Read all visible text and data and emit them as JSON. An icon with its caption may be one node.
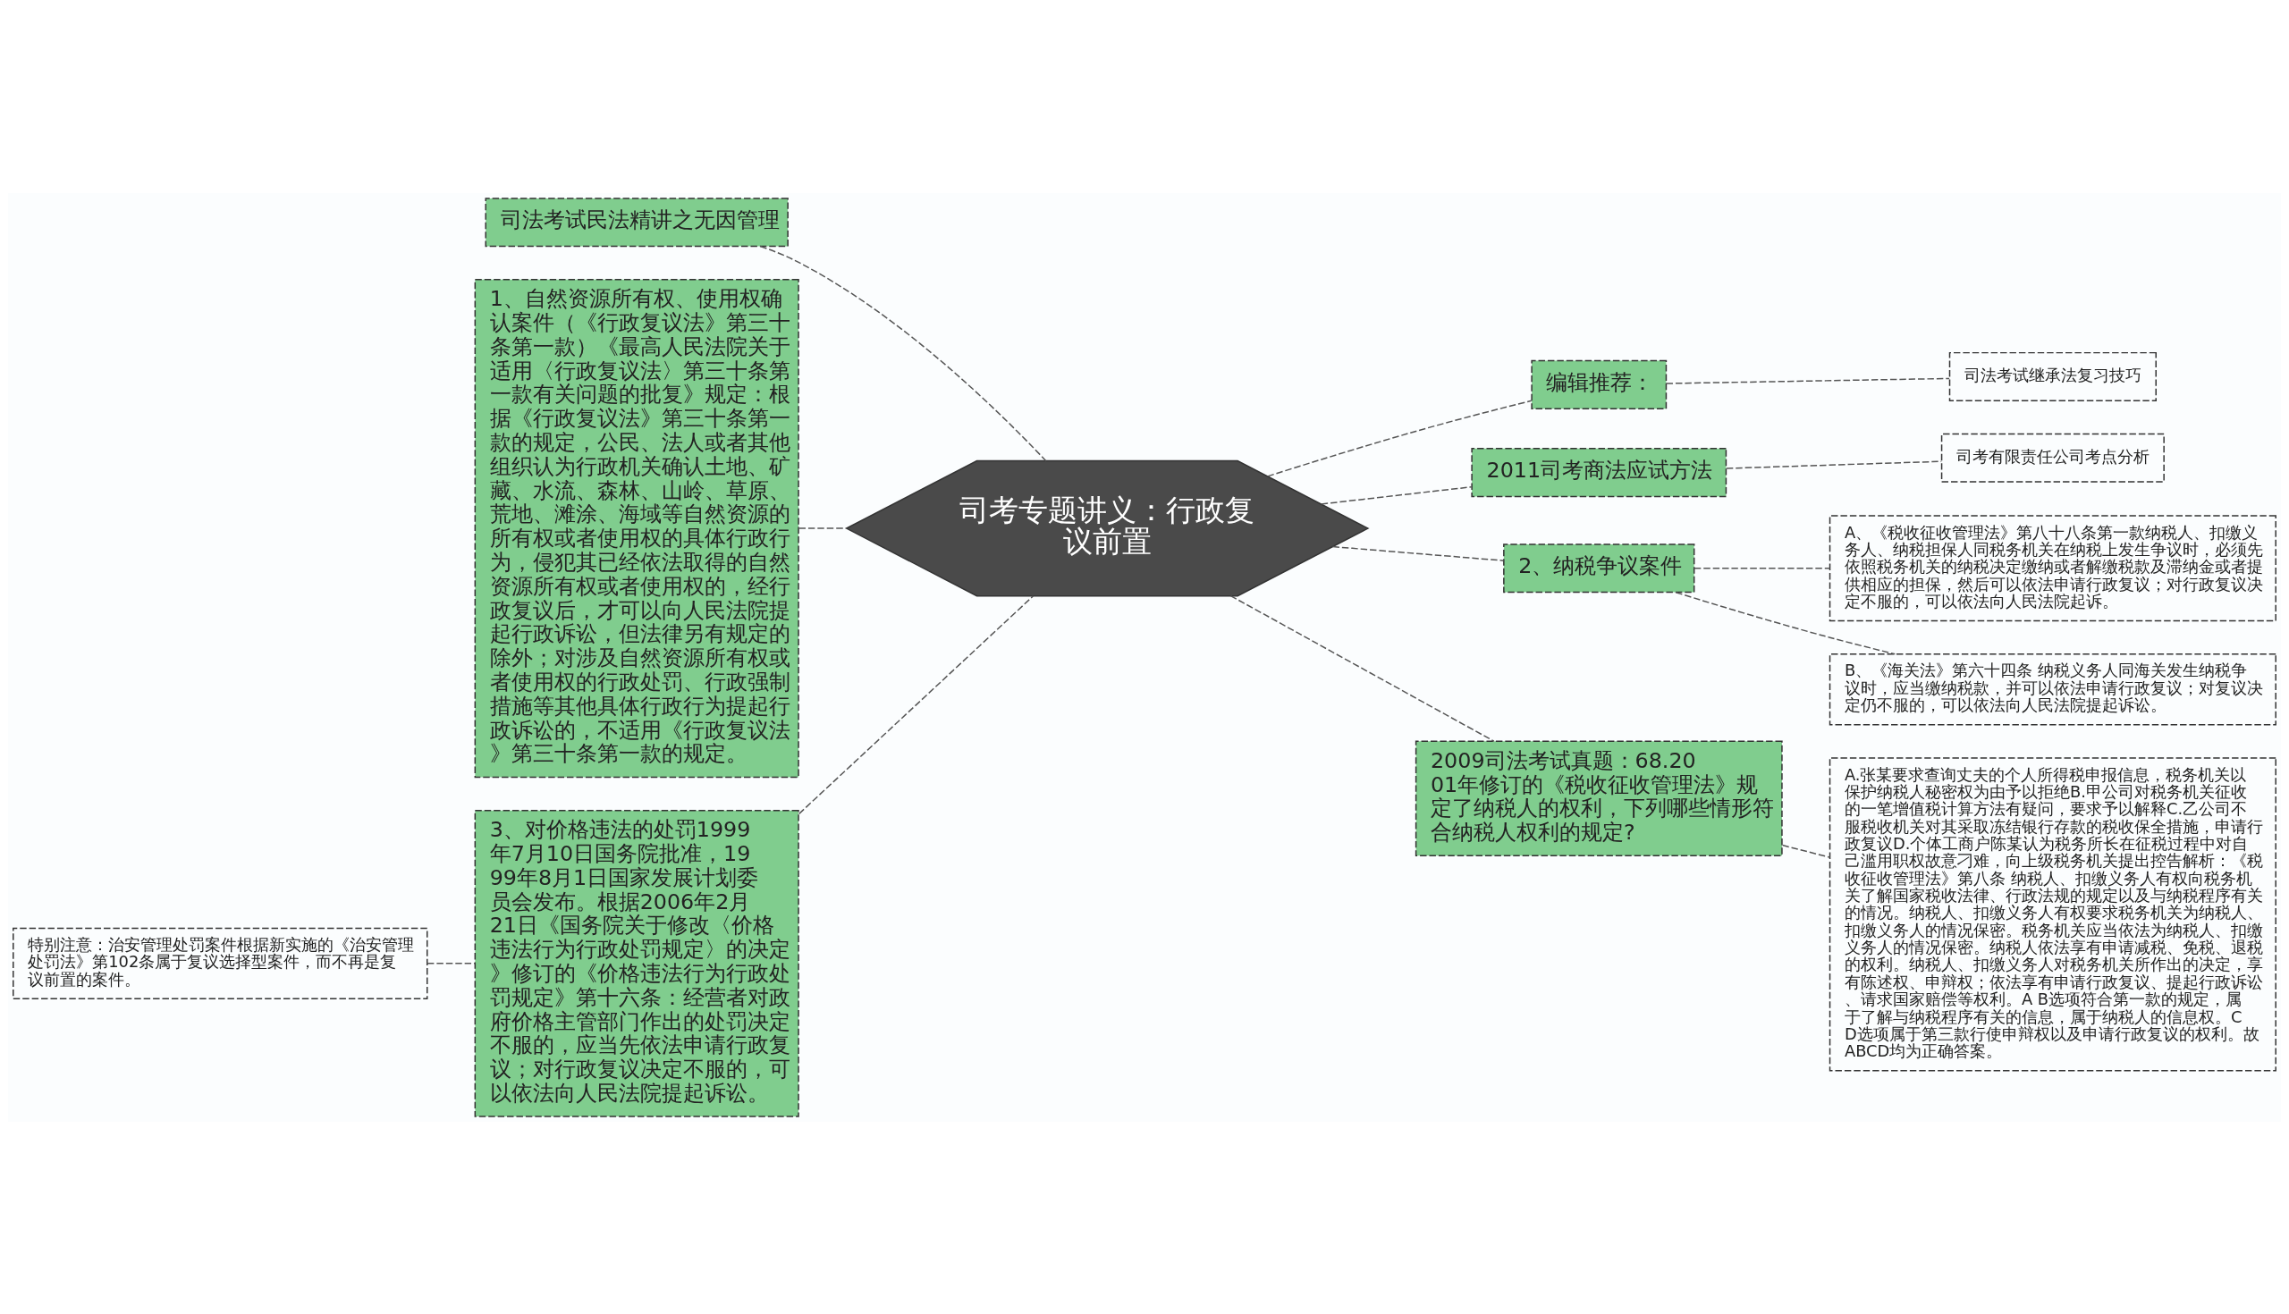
{
  "diagram": {
    "nodes": [
      {
        "text": [
          "司考专题讲义：行政复议前置"
        ]
      },
      {
        "text": [
          "司法考试民法精讲之无因管理"
        ]
      },
      {
        "text": [
          "1、自然资源所有权、使用权确认案件（《行政复议法》第三十条第一款）《最高人民法院关于适用〈行政复议法〉第三十条第一款有关问题的批复》规定：根据《行政复议法》第三十条第一款的规定，公民、法人或者其他组织认为行政机关确认土地、矿藏、水流、森林、山岭、草原、荒地、滩涂、海域等自然资源的所有权或者使用权的具体行政行为，侵犯其已经依法取得的自然资源所有权或者使用权的，经行政复议后，才可以向人民法院提起行政诉讼，但法律另有规定的除外；对涉及自然资源所有权或者使用权的行政处罚、行政强制措施等其他具体行政行为提起行政诉讼的，不适用《行政复议法》第三十条第一款的规定。"
        ]
      },
      {
        "text": [
          "3、对价格违法的处罚1999年7月10日国务院批准，1999年8月1日国家发展计划委员会发布。根据2006年2月21日《国务院关于修改〈价格违法行为行政处罚规定〉的决定》修订的《价格违法行为行政处罚规定》第十六条：经营者对政府价格主管部门作出的处罚决定不服的，应当先依法申请行政复议；对行政复议决定不服的，可以依法向人民法院提起诉讼。"
        ]
      },
      {
        "text": [
          "特别注意：治安管理处罚案件根据新实施的《治安管理处罚法》第102条属于复议选择型案件，而不再是复议前置的案件。"
        ]
      },
      {
        "text": [
          "编辑推荐："
        ]
      },
      {
        "text": [
          "司法考试继承法复习技巧"
        ]
      },
      {
        "text": [
          "2011司考商法应试方法"
        ]
      },
      {
        "text": [
          "司考有限责任公司考点分析"
        ]
      },
      {
        "text": [
          "2、纳税争议案件"
        ]
      },
      {
        "text": [
          "A、《税收征收管理法》第八十八条第一款纳税人、扣缴义务人、纳税担保人同税务机关在纳税上发生争议时，必须先依照税务机关的纳税决定缴纳或者解缴税款及滞纳金或者提供相应的担保，然后可以依法申请行政复议；对行政复议决定不服的，可以依法向人民法院起诉。"
        ]
      },
      {
        "text": [
          "B、《海关法》第六十四条 纳税义务人同海关发生纳税争议时，应当缴纳税款，并可以依法申请行政复议；对复议决定仍不服的，可以依法向人民法院提起诉讼。"
        ]
      },
      {
        "text": [
          "2009司法考试真题：68.2001年修订的《税收征收管理法》规定了纳税人的权利，下列哪些情形符合纳税人权利的规定?"
        ]
      },
      {
        "text": [
          "A.张某要求查询丈夫的个人所得税申报信息，税务机关以保护纳税人秘密权为由予以拒绝B.甲公司对税务机关征收的一笔增值税计算方法有疑问，要求予以解释C.乙公司不服税收机关对其采取冻结银行存款的税收保全措施，申请行政复议D.个体工商户陈某认为税务所长在征税过程中对自己滥用职权故意刁难，向上级税务机关提出控告解析：《税收征收管理法》第八条 纳税人、扣缴义务人有权向税务机关了解国家税收法律、行政法规的规定以及与纳税程序有关的情况。纳税人、扣缴义务人有权要求税务机关为纳税人、扣缴义务人的情况保密。税务机关应当依法为纳税人、扣缴义务人的情况保密。纳税人依法享有申请减税、免税、退税的权利。纳税人、扣缴义务人对税务机关所作出的决定，享有陈述权、申辩权；依法享有申请行政复议、提起行政诉讼、请求国家赔偿等权利。A B选项符合第一款的规定，属于了解与纳税程序有关的信息，属于纳税人的信息权。C D选项属于第三款行使申辩权以及申请行政复议的权利。故ABCD均为正确答案。"
        ]
      }
    ],
    "edges": [
      {
        "from": 0,
        "to": 1,
        "arrow": "none",
        "style": "dashed"
      },
      {
        "from": 0,
        "to": 2,
        "arrow": "none",
        "style": "dashed"
      },
      {
        "from": 0,
        "to": 3,
        "arrow": "none",
        "style": "dashed"
      },
      {
        "from": 3,
        "to": 4,
        "arrow": "none",
        "style": "dashed"
      },
      {
        "from": 0,
        "to": 5,
        "arrow": "none",
        "style": "dashed"
      },
      {
        "from": 5,
        "to": 6,
        "arrow": "none",
        "style": "dashed"
      },
      {
        "from": 0,
        "to": 7,
        "arrow": "none",
        "style": "dashed"
      },
      {
        "from": 7,
        "to": 8,
        "arrow": "none",
        "style": "dashed"
      },
      {
        "from": 0,
        "to": 9,
        "arrow": "none",
        "style": "dashed"
      },
      {
        "from": 9,
        "to": 10,
        "arrow": "none",
        "style": "dashed"
      },
      {
        "from": 9,
        "to": 11,
        "arrow": "none",
        "style": "dashed"
      },
      {
        "from": 0,
        "to": 12,
        "arrow": "none",
        "style": "dashed"
      },
      {
        "from": 12,
        "to": 13,
        "arrow": "none",
        "style": "dashed"
      }
    ]
  }
}
